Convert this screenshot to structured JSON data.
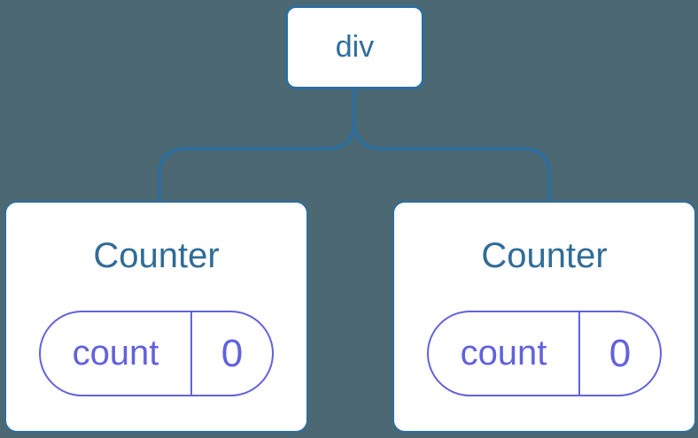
{
  "diagram": {
    "type": "component-tree",
    "colors": {
      "background": "#4c6872",
      "steel_blue": "#2e6e9e",
      "title_blue": "#306c96",
      "purple": "#6262dd",
      "node_fill": "#ffffff"
    },
    "root_node": {
      "label": "div"
    },
    "children": [
      {
        "title": "Counter",
        "state_key": "count",
        "state_value": "0"
      },
      {
        "title": "Counter",
        "state_key": "count",
        "state_value": "0"
      }
    ]
  }
}
